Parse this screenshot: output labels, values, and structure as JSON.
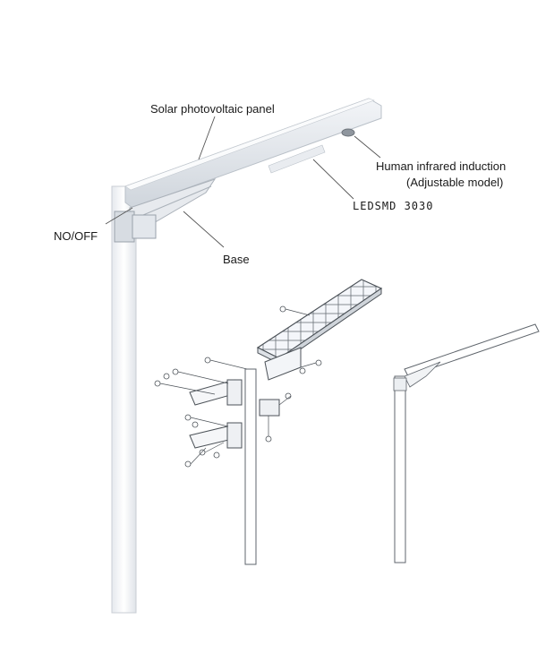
{
  "labels": {
    "solar_panel": "Solar photovoltaic panel",
    "infrared_line1": "Human infrared induction",
    "infrared_line2": "(Adjustable model)",
    "led": "LEDSMD 3030",
    "switch": "NO/OFF",
    "base": "Base"
  }
}
